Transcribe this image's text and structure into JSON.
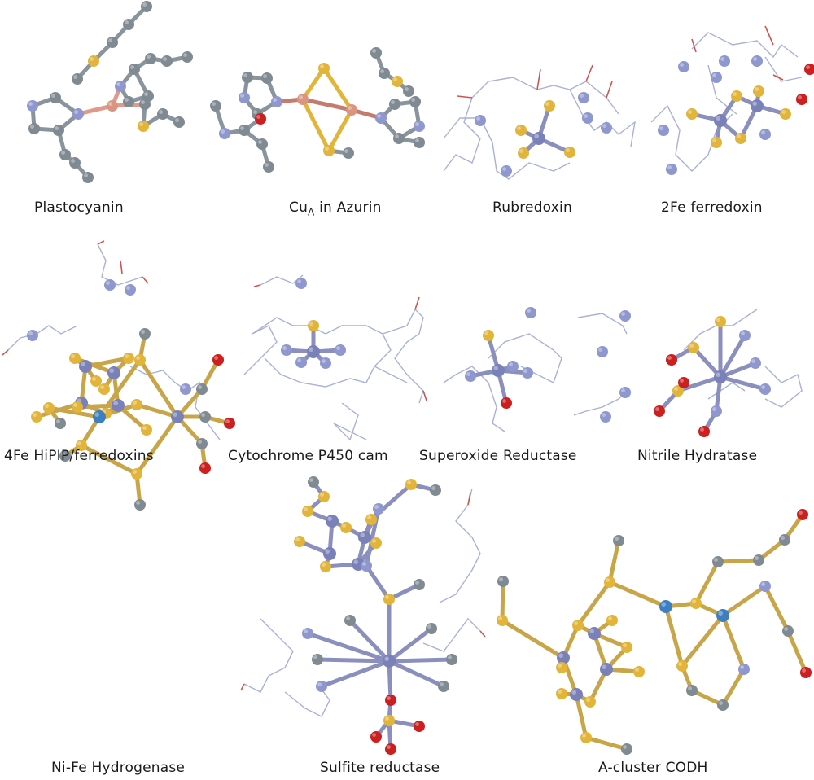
{
  "figure": {
    "panels": [
      {
        "label": "Plastocyanin"
      },
      {
        "label_main": "Cu",
        "label_sub": "A",
        "label_rest": " in Azurin"
      },
      {
        "label": "Rubredoxin"
      },
      {
        "label": "2Fe ferredoxin"
      },
      {
        "label": "4Fe HiPIP/ferredoxins"
      },
      {
        "label": "Cytochrome P450 cam"
      },
      {
        "label": "Superoxide Reductase"
      },
      {
        "label": "Nitrile Hydratase"
      },
      {
        "label": "Ni-Fe Hydrogenase"
      },
      {
        "label": "Sulfite reductase"
      },
      {
        "label": "A-cluster CODH"
      }
    ],
    "colors": {
      "carbon": "#7f8a92",
      "nitrogen": "#8f97cf",
      "sulfur": "#e2b53a",
      "oxygen": "#cc1f1f",
      "copper": "#d9957f",
      "iron": "#7a80b8",
      "nickel": "#3d7fc0",
      "wire": "#a9b1d6",
      "wire_o": "#d0544e"
    }
  }
}
